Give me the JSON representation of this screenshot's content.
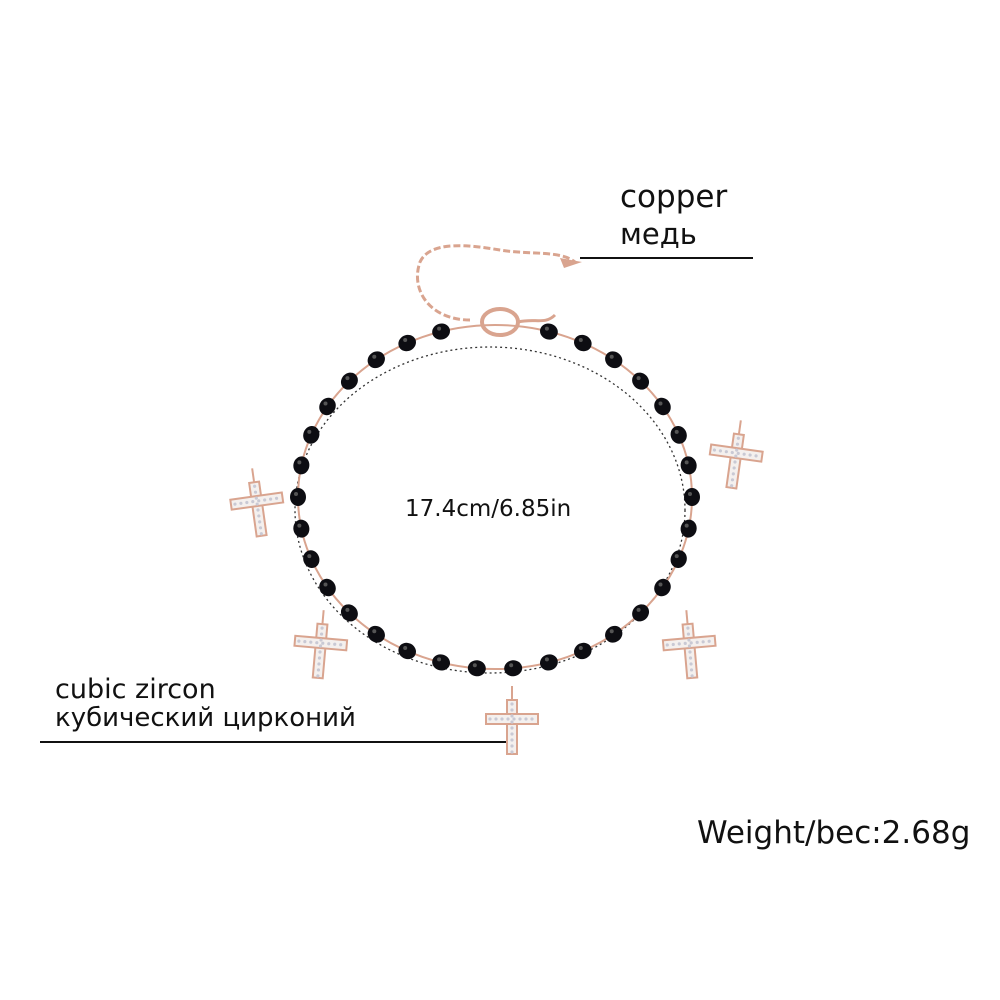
{
  "labels": {
    "material_en": "copper",
    "material_ru": "медь",
    "stone_en": "cubic zircon",
    "stone_ru": "кубический цирконий",
    "size": "17.4cm/6.85in",
    "weight": "Weight/bec:2.68g"
  },
  "colors": {
    "rose_gold": "#d9a48f",
    "bead": "#0d0d12",
    "text": "#111111"
  }
}
